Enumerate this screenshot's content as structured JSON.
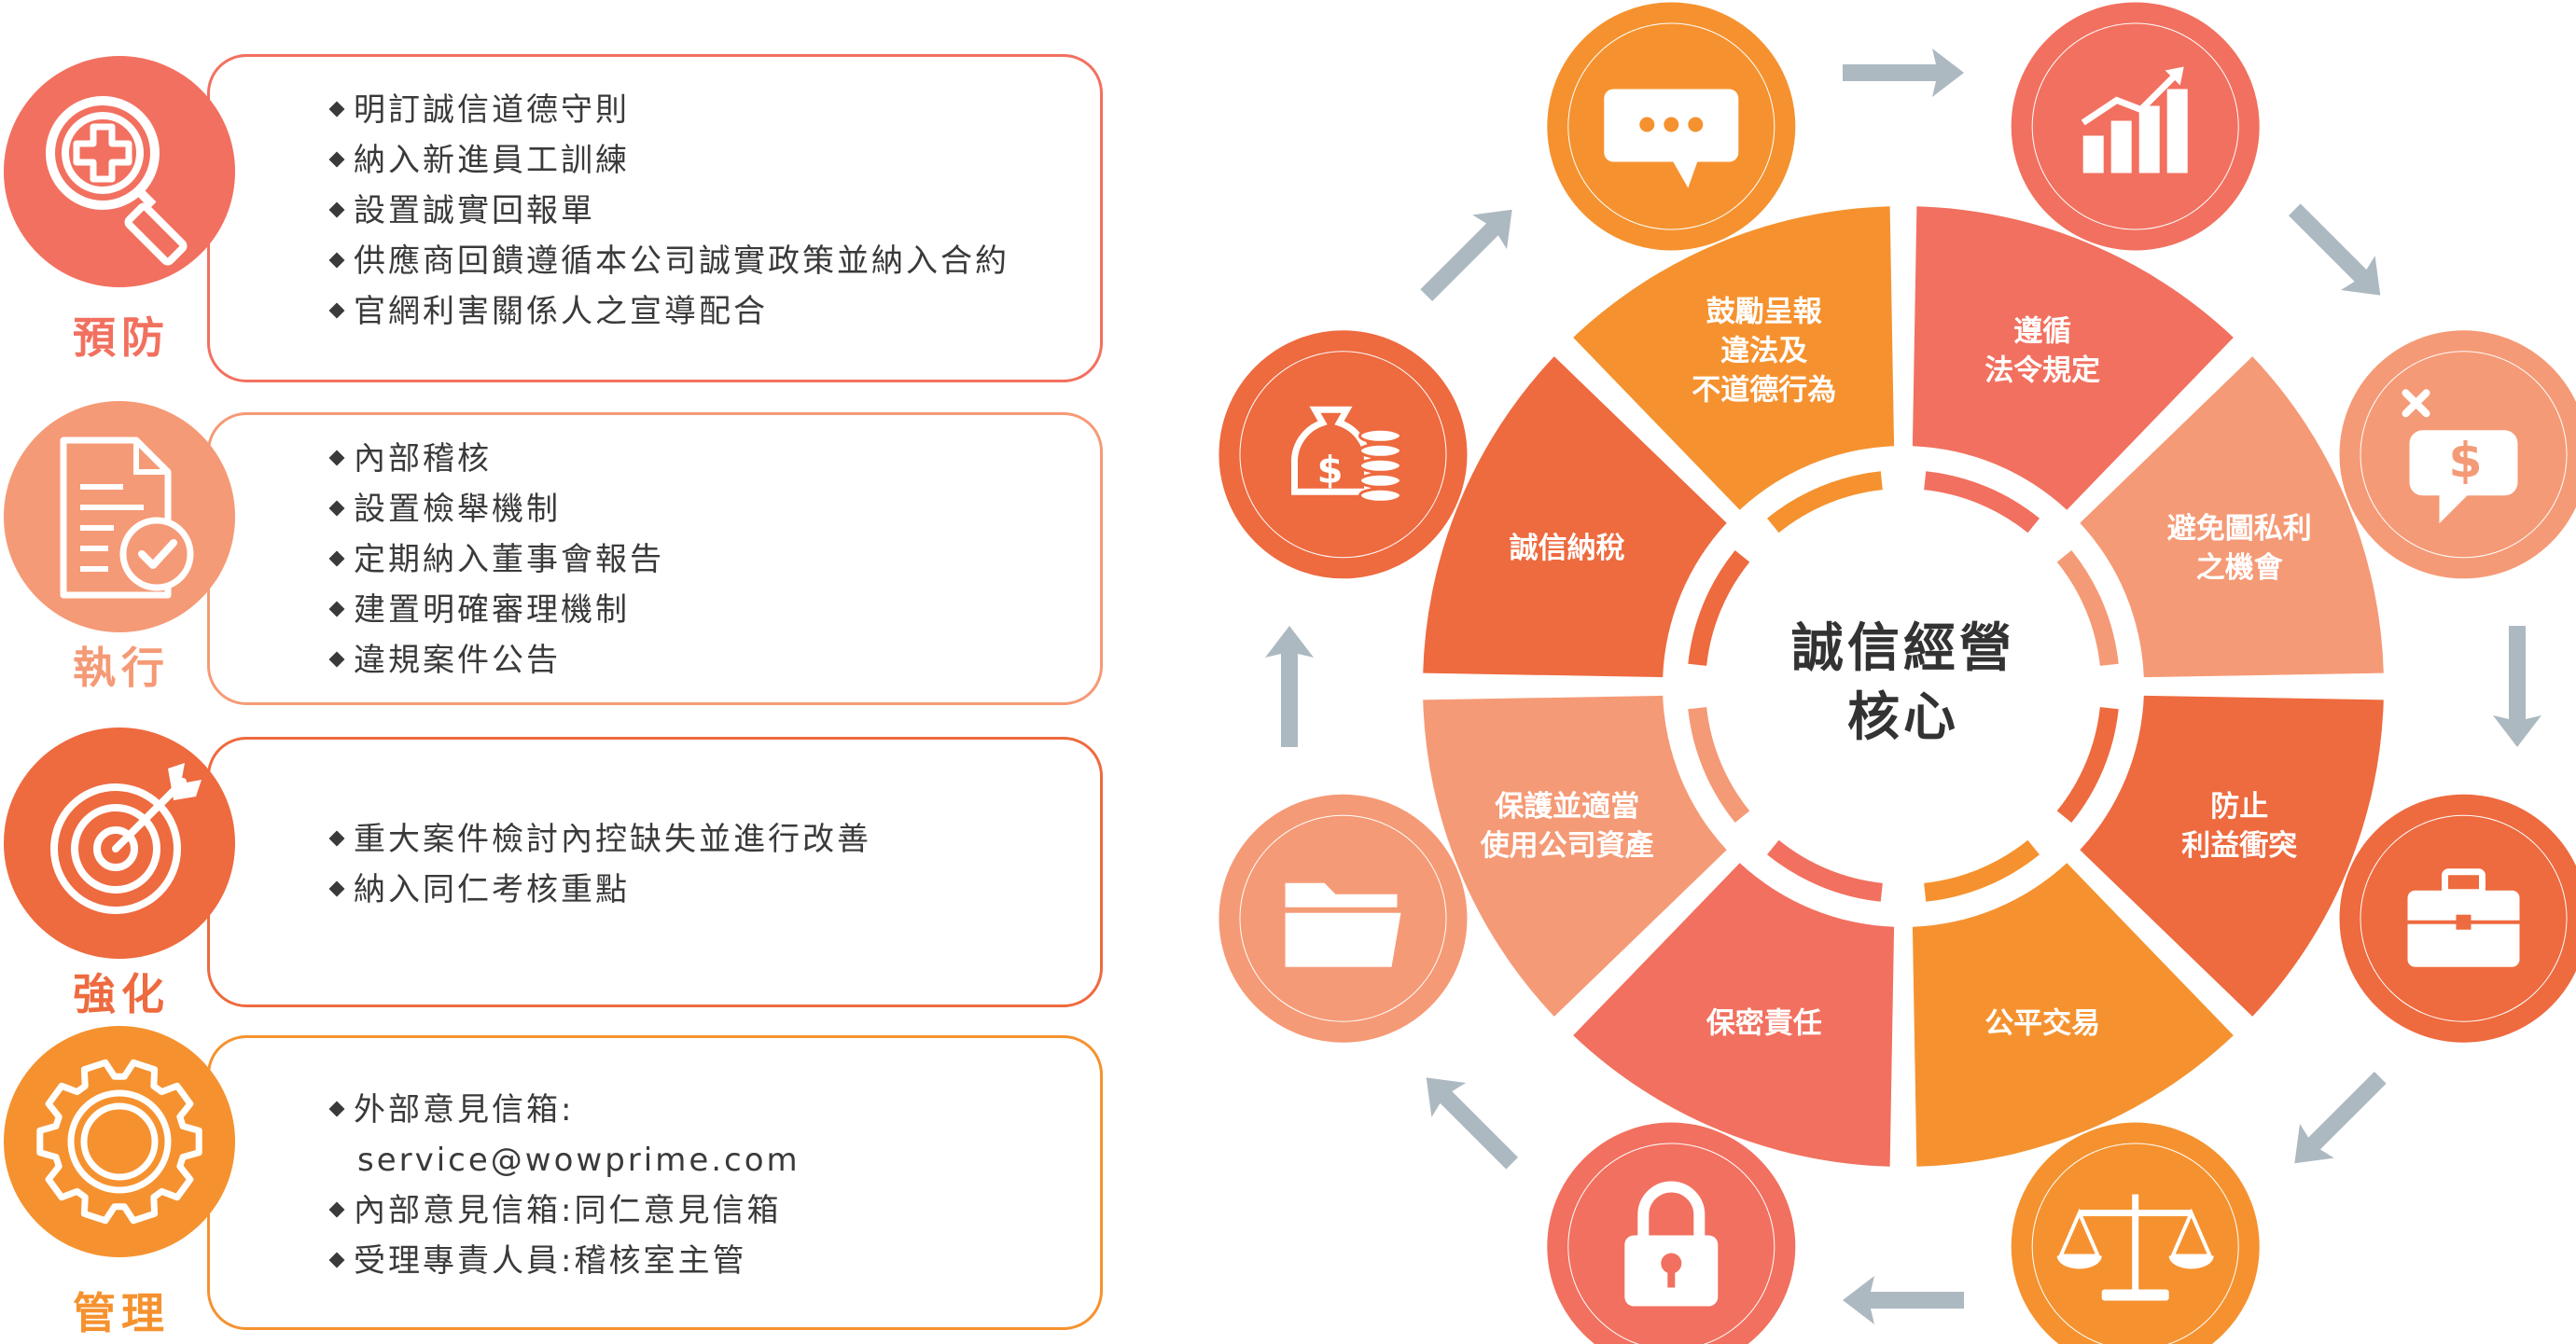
{
  "colors": {
    "prevent": "#f2705f",
    "execute": "#f59a76",
    "strengthen": "#ee6a3f",
    "manage": "#f5922f",
    "arrow": "#adb9c1",
    "core_text": "#333333"
  },
  "left_sections": [
    {
      "key": "prevent",
      "title": "預防",
      "icon": "magnifier-plus-icon",
      "items": [
        "明訂誠信道德守則",
        "納入新進員工訓練",
        "設置誠實回報單",
        "供應商回饋遵循本公司誠實政策並納入合約",
        "官網利害關係人之宣導配合"
      ]
    },
    {
      "key": "execute",
      "title": "執行",
      "icon": "document-check-icon",
      "items": [
        "內部稽核",
        "設置檢舉機制",
        "定期納入董事會報告",
        "建置明確審理機制",
        "違規案件公告"
      ]
    },
    {
      "key": "strengthen",
      "title": "強化",
      "icon": "target-arrow-icon",
      "items": [
        "重大案件檢討內控缺失並進行改善",
        "納入同仁考核重點"
      ]
    },
    {
      "key": "manage",
      "title": "管理",
      "icon": "gear-icon",
      "items": [
        "外部意見信箱:",
        "service@wowprime.com",
        "內部意見信箱:同仁意見信箱",
        "受理專責人員:稽核室主管"
      ]
    }
  ],
  "wheel": {
    "core": [
      "誠信經營",
      "核心"
    ],
    "segments": [
      {
        "lines": [
          "遵循",
          "法令規定"
        ],
        "color": "#f2705f",
        "icon": "growth-chart-icon"
      },
      {
        "lines": [
          "避免圖私利",
          "之機會"
        ],
        "color": "#f59a76",
        "icon": "no-money-chat-icon"
      },
      {
        "lines": [
          "防止",
          "利益衝突"
        ],
        "color": "#ee6a3f",
        "icon": "briefcase-icon"
      },
      {
        "lines": [
          "公平交易"
        ],
        "color": "#f5922f",
        "icon": "balance-scale-icon"
      },
      {
        "lines": [
          "保密責任"
        ],
        "color": "#f2705f",
        "icon": "padlock-icon"
      },
      {
        "lines": [
          "保護並適當",
          "使用公司資產"
        ],
        "color": "#f59a76",
        "icon": "folder-icon"
      },
      {
        "lines": [
          "誠信納稅"
        ],
        "color": "#ee6a3f",
        "icon": "money-bag-icon"
      },
      {
        "lines": [
          "鼓勵呈報",
          "違法及",
          "不道德行為"
        ],
        "color": "#f5922f",
        "icon": "chat-bubble-icon"
      }
    ]
  }
}
